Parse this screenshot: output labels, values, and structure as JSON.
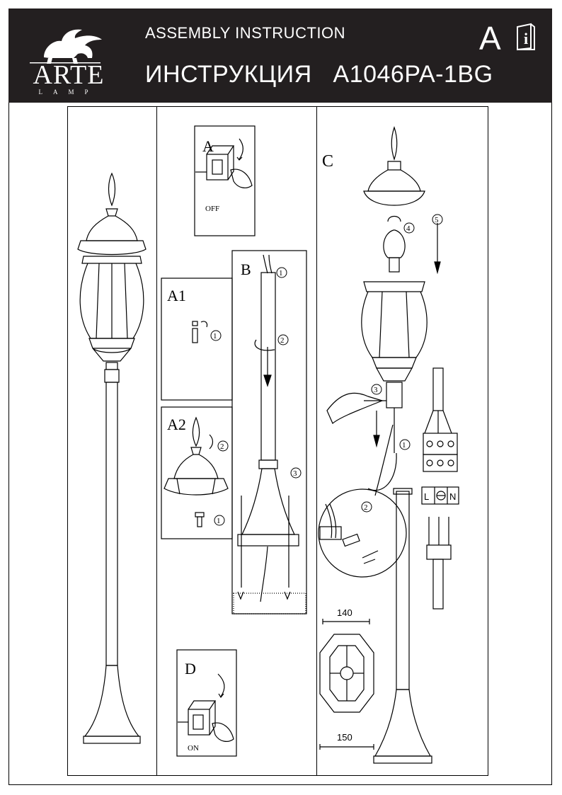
{
  "header": {
    "brand_name": "ARTE",
    "brand_sub": "LAMP",
    "title_en": "ASSEMBLY  INSTRUCTION",
    "title_ru": "ИНСТРУКЦИЯ",
    "model": "A1046PA-1BG",
    "category_letter": "A",
    "info_icon_glyph": "i",
    "header_bg": "#231f20"
  },
  "steps": {
    "A": {
      "label": "A",
      "caption": "OFF"
    },
    "A1": {
      "label": "A1",
      "num1": "1"
    },
    "A2": {
      "label": "A2",
      "num1": "1",
      "num2": "2"
    },
    "B": {
      "label": "B",
      "num1": "1",
      "num2": "2",
      "num3": "3"
    },
    "C": {
      "label": "C",
      "num1": "1",
      "num2": "2",
      "num3": "3",
      "num4": "4",
      "num5": "5"
    },
    "D": {
      "label": "D",
      "caption": "ON"
    }
  },
  "wiring": {
    "terminals": [
      "L",
      "N"
    ],
    "ground_symbol": "earth-icon"
  },
  "dimensions": {
    "top": "140",
    "bottom": "150"
  }
}
